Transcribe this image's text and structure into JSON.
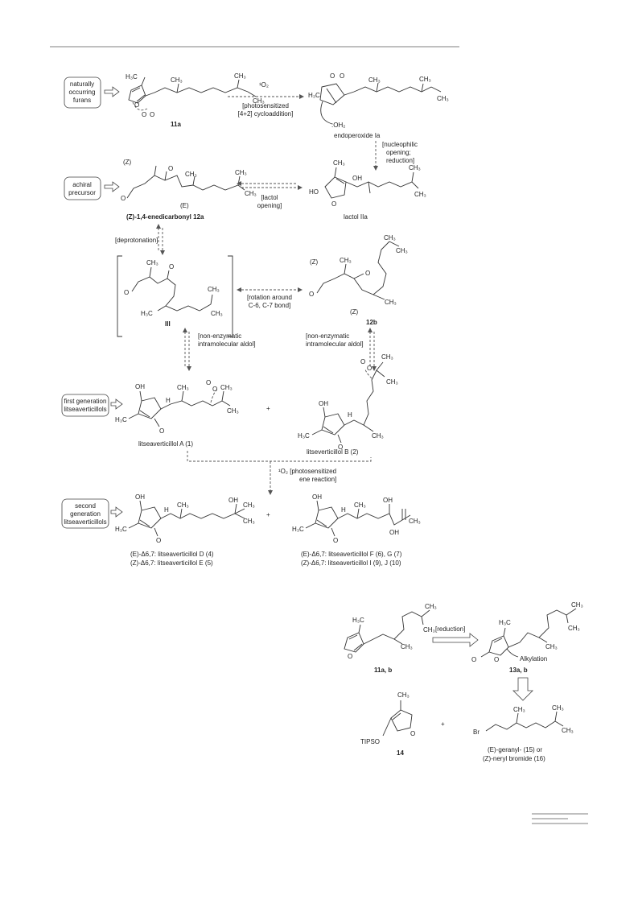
{
  "scheme_top": {
    "box_natural": [
      "naturally",
      "occurring",
      "furans"
    ],
    "label_11a": "11a",
    "step_1o2_top": "¹O₂",
    "step_cyclo": [
      "[photosensitized",
      "[4+2] cycloaddition]"
    ],
    "endoperoxide": "endoperoxide Ia",
    "oh2": ":OH₂",
    "step_nucleo": [
      "[nucleophilic",
      "opening;",
      "reduction]"
    ],
    "box_achiral": [
      "achiral",
      "precursor"
    ],
    "label_12a": "(Z)-1,4-enedicarbonyl 12a",
    "step_lactol": [
      "[lactol",
      "opening]"
    ],
    "lactol": "lactol IIa",
    "step_deprot": "[deprotonation]",
    "label_III": "III",
    "step_rotation": [
      "[rotation around",
      "C-6, C-7 bond]"
    ],
    "label_12b": "12b",
    "step_aldol_left": [
      "[non-enzymatic",
      "intramolecular aldol]"
    ],
    "step_aldol_right": [
      "[non-enzymatic",
      "intramolecular aldol]"
    ],
    "box_first": [
      "first generation",
      "litseaverticillols"
    ],
    "litA": "litseaverticillol A (1)",
    "litB": "litseverticillol B (2)",
    "plus": "+",
    "step_ene": [
      "¹O₂  [photosensitized",
      "ene reaction]"
    ],
    "box_second": [
      "second",
      "generation",
      "litseaverticillols"
    ],
    "litDE": [
      "(E)-Δ6,7: litseaverticillol D (4)",
      "(Z)-Δ6,7: litseaverticillol E (5)"
    ],
    "litFGIJ": [
      "(E)-Δ6,7: litseaverticillol F (6), G (7)",
      "(Z)-Δ6,7: litseaverticillol I (9), J (10)"
    ],
    "atoms": {
      "h3c": "H₃C",
      "ch3": "CH₃",
      "o": "O",
      "oh": "OH",
      "ho": "HO",
      "h": "H",
      "z": "(Z)",
      "e": "(E)"
    }
  },
  "scheme_bottom": {
    "label_11ab": "11a, b",
    "step_reduction": "[reduction]",
    "alkylation": "Alkylation",
    "label_13ab": "13a, b",
    "label_14": "14",
    "tipso": "TIPSO",
    "plus": "+",
    "br": "Br",
    "bromides": [
      "(E)-geranyl- (15) or",
      "(Z)-neryl bromide (16)"
    ]
  }
}
